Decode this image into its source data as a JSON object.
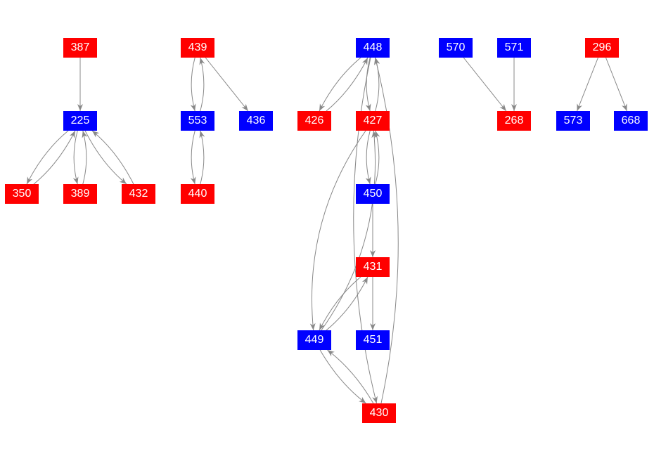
{
  "colors": {
    "red": "#ff0000",
    "blue": "#0000ff",
    "edge": "#888888"
  },
  "nodes": [
    {
      "id": "387",
      "color": "red"
    },
    {
      "id": "225",
      "color": "blue"
    },
    {
      "id": "350",
      "color": "red"
    },
    {
      "id": "389",
      "color": "red"
    },
    {
      "id": "432",
      "color": "red"
    },
    {
      "id": "439",
      "color": "red"
    },
    {
      "id": "553",
      "color": "blue"
    },
    {
      "id": "436",
      "color": "blue"
    },
    {
      "id": "440",
      "color": "red"
    },
    {
      "id": "448",
      "color": "blue"
    },
    {
      "id": "426",
      "color": "red"
    },
    {
      "id": "427",
      "color": "red"
    },
    {
      "id": "450",
      "color": "blue"
    },
    {
      "id": "431",
      "color": "red"
    },
    {
      "id": "449",
      "color": "blue"
    },
    {
      "id": "451",
      "color": "blue"
    },
    {
      "id": "430",
      "color": "red"
    },
    {
      "id": "570",
      "color": "blue"
    },
    {
      "id": "571",
      "color": "blue"
    },
    {
      "id": "268",
      "color": "red"
    },
    {
      "id": "296",
      "color": "red"
    },
    {
      "id": "573",
      "color": "blue"
    },
    {
      "id": "668",
      "color": "blue"
    }
  ],
  "edges": [
    [
      "387",
      "225"
    ],
    [
      "225",
      "350"
    ],
    [
      "350",
      "225"
    ],
    [
      "225",
      "389"
    ],
    [
      "389",
      "225"
    ],
    [
      "225",
      "432"
    ],
    [
      "432",
      "225"
    ],
    [
      "439",
      "553"
    ],
    [
      "553",
      "439"
    ],
    [
      "439",
      "436"
    ],
    [
      "553",
      "440"
    ],
    [
      "440",
      "553"
    ],
    [
      "448",
      "426"
    ],
    [
      "426",
      "448"
    ],
    [
      "448",
      "427"
    ],
    [
      "427",
      "448"
    ],
    [
      "427",
      "450"
    ],
    [
      "450",
      "427"
    ],
    [
      "450",
      "431"
    ],
    [
      "431",
      "451"
    ],
    [
      "431",
      "449"
    ],
    [
      "449",
      "431"
    ],
    [
      "427",
      "449"
    ],
    [
      "449",
      "427"
    ],
    [
      "449",
      "430"
    ],
    [
      "430",
      "449"
    ],
    [
      "448",
      "430"
    ],
    [
      "430",
      "448"
    ],
    [
      "570",
      "268"
    ],
    [
      "571",
      "268"
    ],
    [
      "296",
      "573"
    ],
    [
      "296",
      "668"
    ]
  ]
}
